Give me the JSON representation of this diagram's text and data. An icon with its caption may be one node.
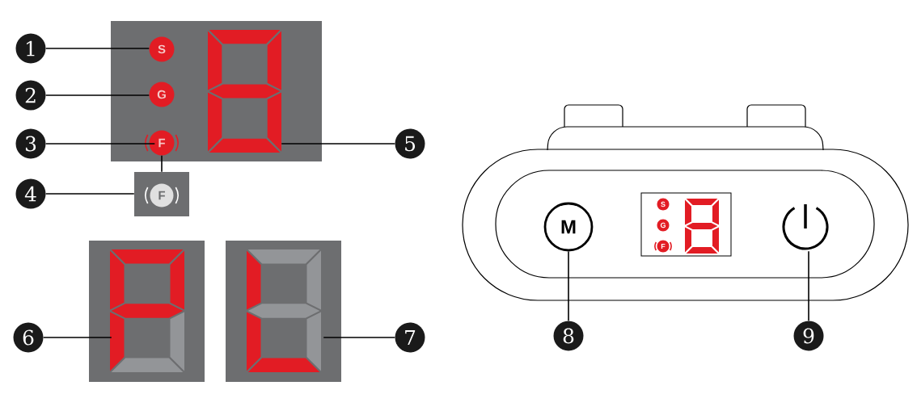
{
  "diagram": {
    "nodes": [
      {
        "text": [
          "1"
        ]
      },
      {
        "text": [
          "2"
        ]
      },
      {
        "text": [
          "3"
        ]
      },
      {
        "text": [
          "4"
        ]
      },
      {
        "text": [
          "5"
        ]
      },
      {
        "text": [
          "6"
        ]
      },
      {
        "text": [
          "7"
        ]
      },
      {
        "text": [
          "8"
        ]
      },
      {
        "text": [
          "9"
        ]
      },
      {
        "text": [],
        "shape": "box"
      },
      {
        "text": [
          "S"
        ],
        "in": 9
      },
      {
        "text": [
          "G"
        ],
        "in": 9
      },
      {
        "text": [
          "F"
        ],
        "in": 9
      },
      {
        "text": [],
        "shape": "picture",
        "in": 9
      },
      {
        "text": [],
        "shape": "box"
      },
      {
        "text": [
          "F"
        ],
        "in": 14
      },
      {
        "text": [],
        "shape": "box"
      },
      {
        "text": [],
        "shape": "box"
      },
      {
        "text": [
          "M"
        ]
      },
      {
        "text": [],
        "shape": "circle"
      }
    ],
    "edges": [
      {
        "from": 0,
        "to": 10,
        "arrow": "none"
      },
      {
        "from": 1,
        "to": 11,
        "arrow": "none"
      },
      {
        "from": 2,
        "to": 12,
        "arrow": "none"
      },
      {
        "from": 3,
        "to": 14,
        "arrow": "none"
      },
      {
        "from": 4,
        "to": 13,
        "arrow": "none"
      },
      {
        "from": 5,
        "to": 16,
        "arrow": "none"
      },
      {
        "from": 6,
        "to": 17,
        "arrow": "none"
      },
      {
        "from": 7,
        "to": 18,
        "arrow": "none"
      },
      {
        "from": 8,
        "to": 19,
        "arrow": "none"
      },
      {
        "from": 12,
        "to": 14,
        "arrow": "none"
      }
    ],
    "labels": [
      "S",
      "G",
      "F"
    ]
  }
}
